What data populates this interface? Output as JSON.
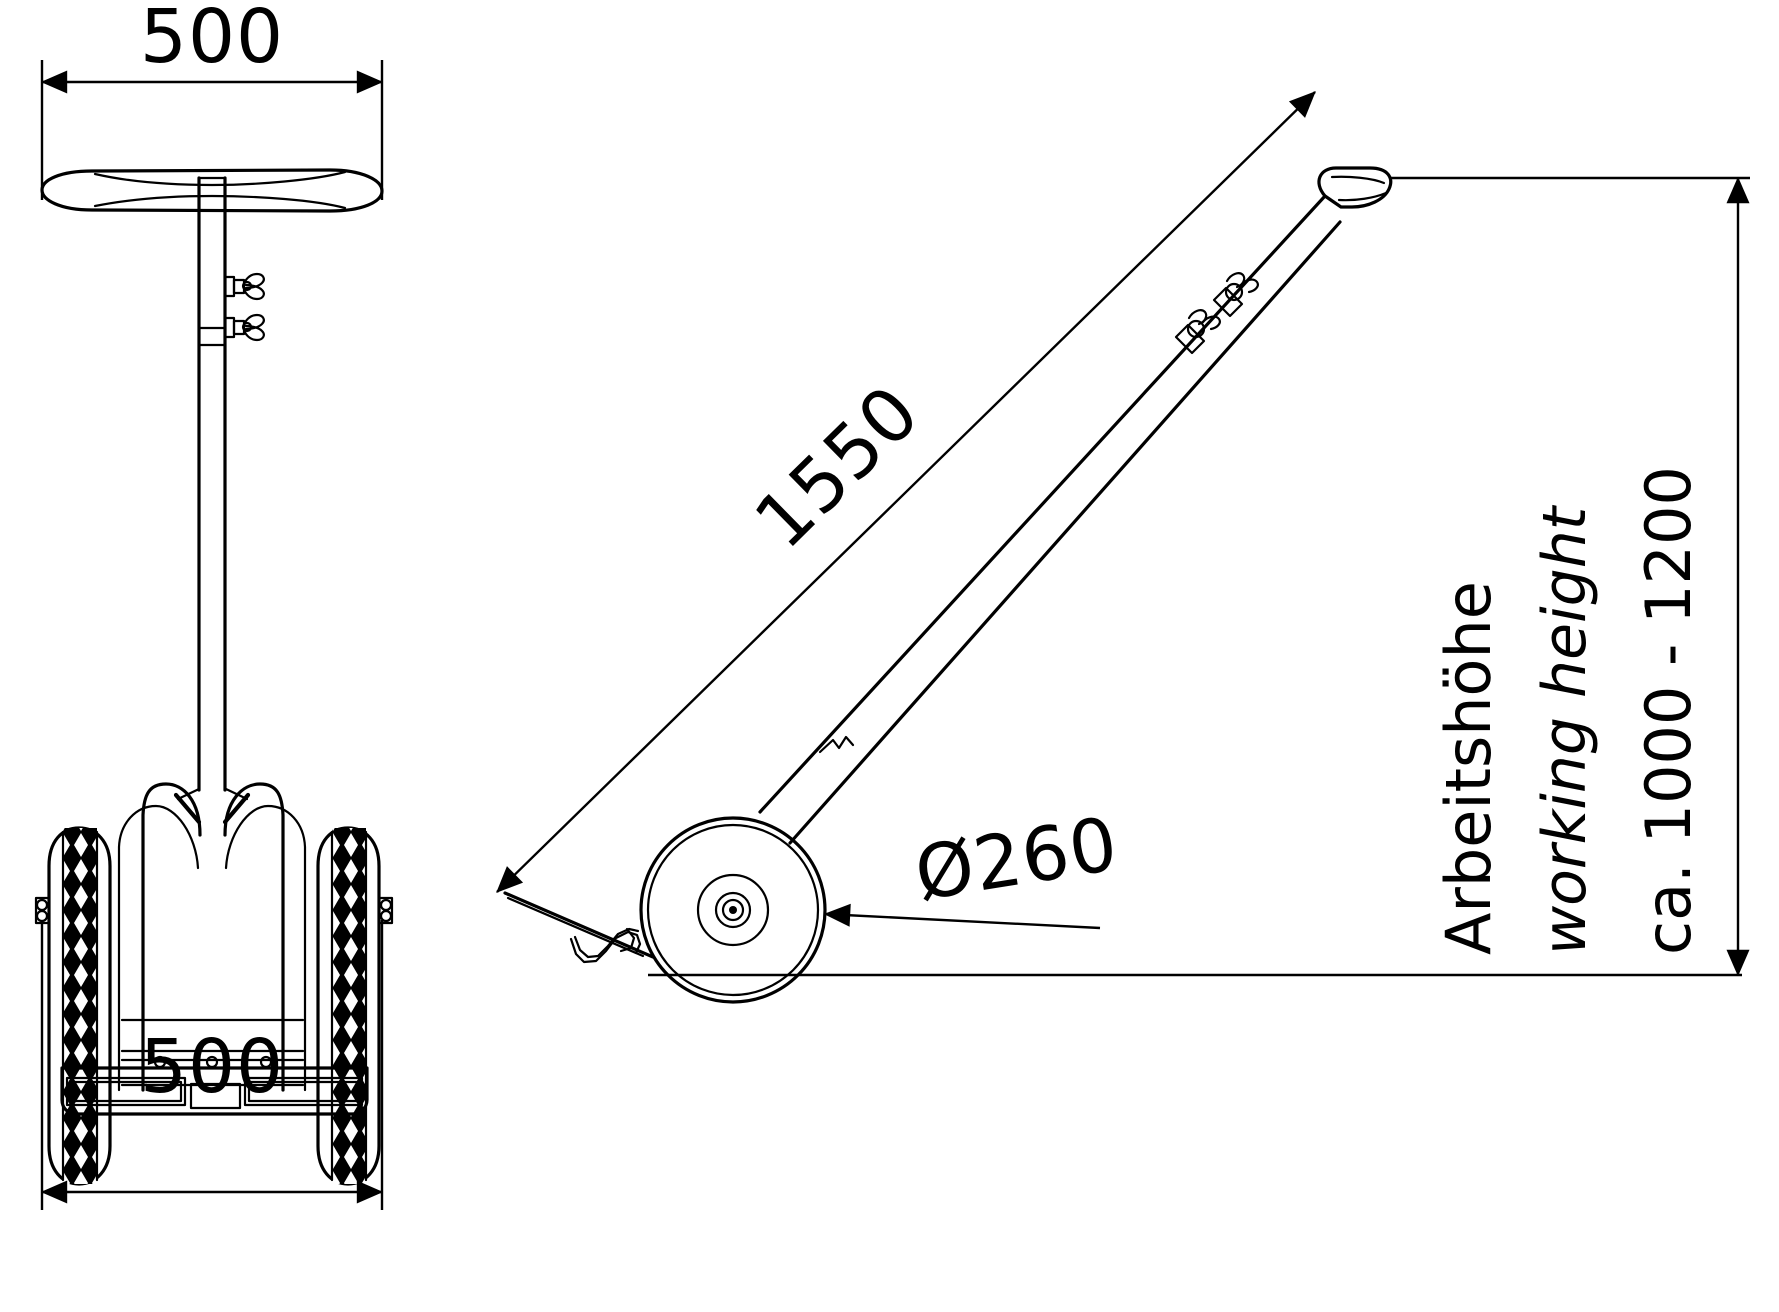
{
  "drawing": {
    "type": "engineering-dimension-drawing",
    "subject": "drum / barrel hand truck (two views: front elevation and side elevation)",
    "units": "mm",
    "background_color": "#ffffff",
    "line_color": "#000000"
  },
  "dimensions": {
    "top_width": "500",
    "bottom_width": "500",
    "handle_length": "1550",
    "wheel_diameter": "Ø260"
  },
  "labels": {
    "working_height_de": "Arbeitshöhe",
    "working_height_en": "working height",
    "working_height_value": "ca. 1000 - 1200"
  },
  "views": {
    "left": {
      "name": "front-elevation",
      "features": [
        "handle-bar",
        "vertical-tube",
        "locking-knobs",
        "wheel-frame",
        "two-wheels",
        "base-plate"
      ]
    },
    "right": {
      "name": "side-elevation",
      "features": [
        "inclined-handle",
        "locking-knobs",
        "wheel",
        "hub",
        "toe-plate",
        "retaining-hook"
      ]
    }
  },
  "icons": {
    "diameter_symbol": "diameter-icon",
    "arrow_head": "arrow-head-icon",
    "extension_line": "extension-line-icon"
  }
}
